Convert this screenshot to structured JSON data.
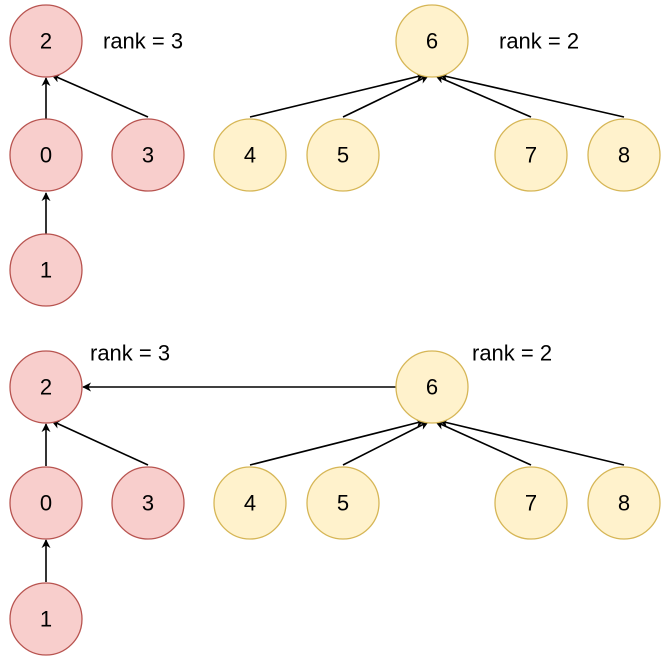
{
  "colors": {
    "set_a_fill": "#f8cecc",
    "set_a_stroke": "#b85450",
    "set_b_fill": "#fff2cc",
    "set_b_stroke": "#d6b656",
    "edge": "#000000"
  },
  "top_diagram": {
    "rank_a": "rank = 3",
    "rank_b": "rank = 2",
    "nodes": {
      "n0": "0",
      "n1": "1",
      "n2": "2",
      "n3": "3",
      "n4": "4",
      "n5": "5",
      "n6": "6",
      "n7": "7",
      "n8": "8"
    }
  },
  "bottom_diagram": {
    "rank_a": "rank = 3",
    "rank_b": "rank = 2",
    "nodes": {
      "n0": "0",
      "n1": "1",
      "n2": "2",
      "n3": "3",
      "n4": "4",
      "n5": "5",
      "n6": "6",
      "n7": "7",
      "n8": "8"
    }
  }
}
